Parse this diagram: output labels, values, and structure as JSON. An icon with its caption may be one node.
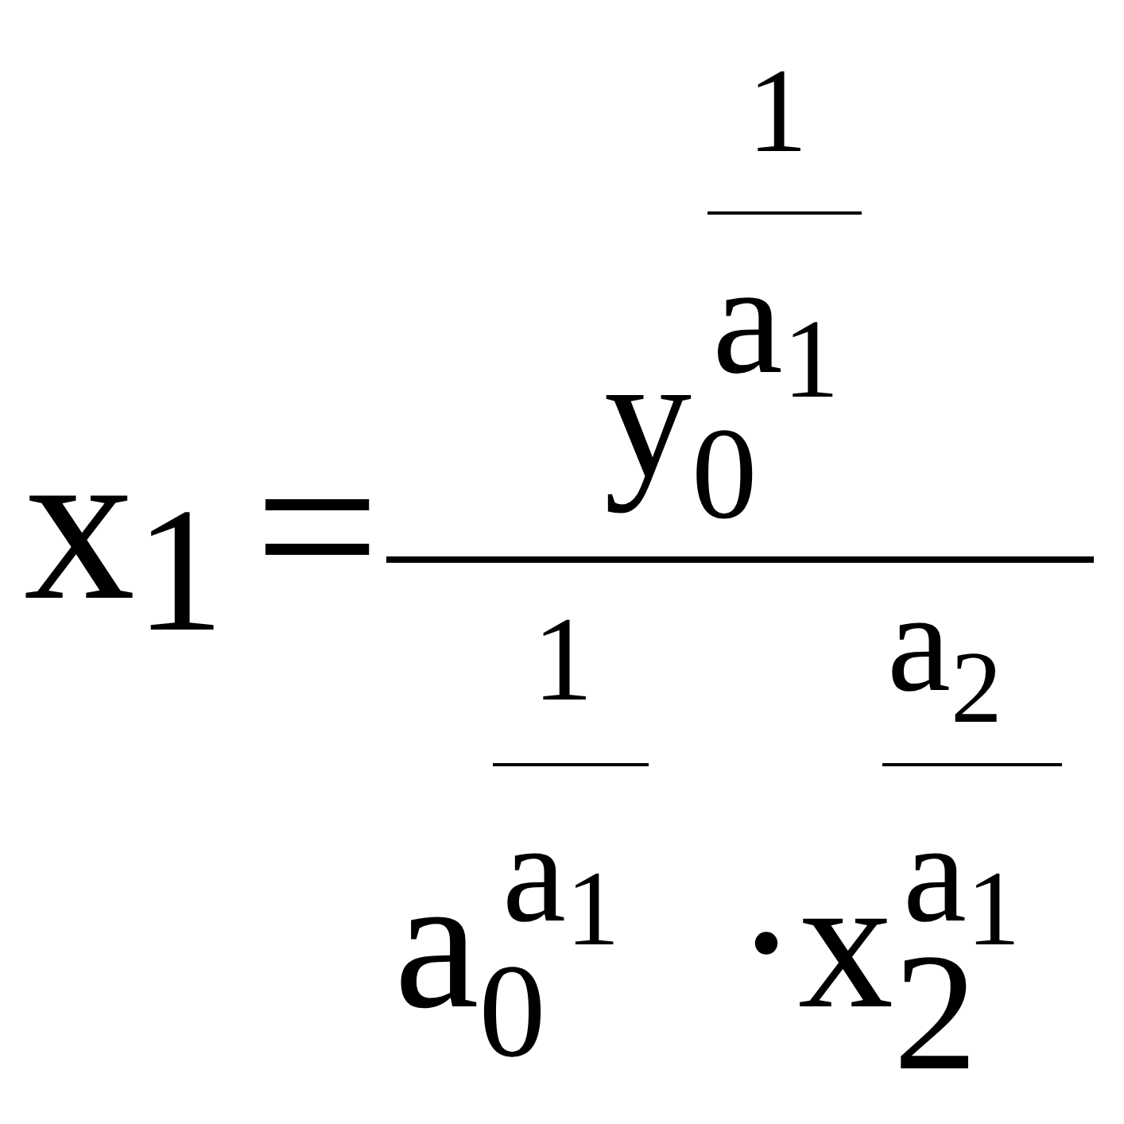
{
  "diagram": {
    "labels": [
      "1",
      "a$_{1}$",
      "y$_{0}$",
      "x$_{1}$",
      "=",
      "1",
      "a$_{2}$",
      "a$_{1}$",
      "a$_{1}$",
      "a$_{0}$",
      "·x$_{2}$"
    ]
  }
}
